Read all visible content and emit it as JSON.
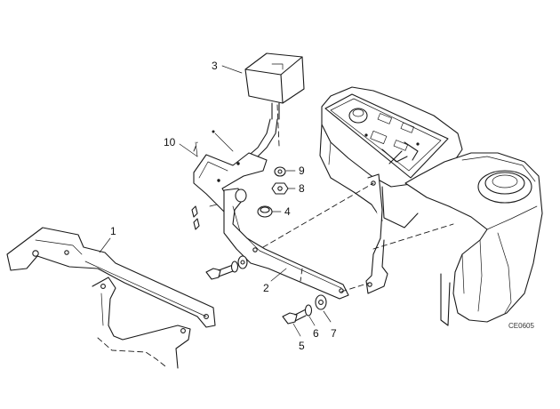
{
  "callouts": {
    "c1": "1",
    "c2": "2",
    "c3": "3",
    "c4": "4",
    "c5": "5",
    "c6": "6",
    "c7": "7",
    "c8": "8",
    "c9": "9",
    "c10": "10"
  },
  "drawing_code": "CE0605",
  "colors": {
    "line": "#1a1a1a",
    "background": "#ffffff"
  }
}
